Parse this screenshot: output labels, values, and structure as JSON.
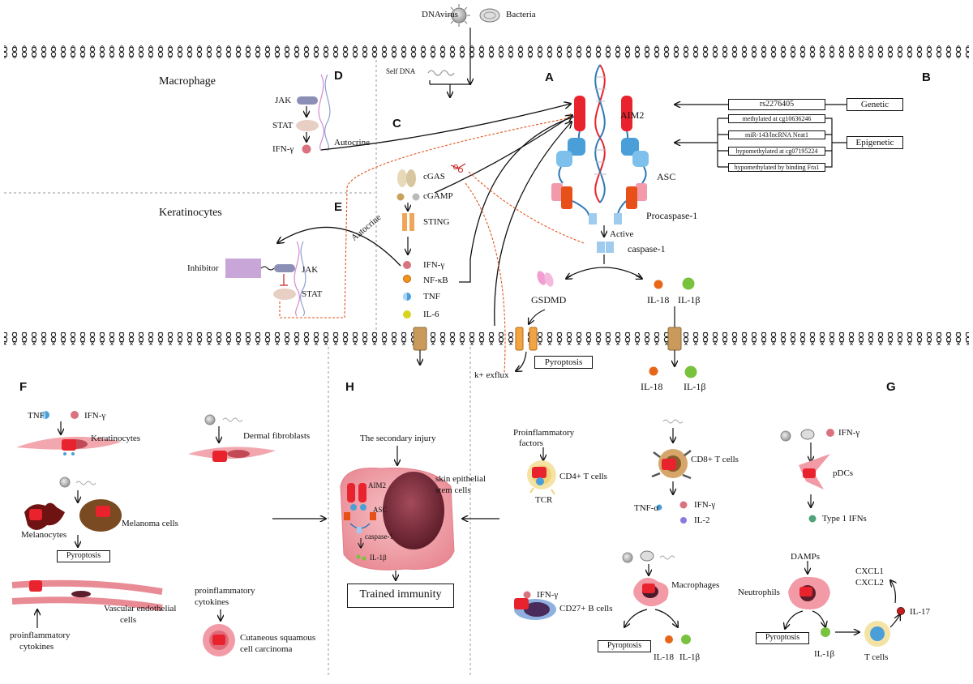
{
  "labels": {
    "dna_virus": "DNAvirus",
    "bacteria": "Bacteria",
    "self_dna": "Self DNA",
    "macrophage": "Macrophage",
    "keratinocytes_top": "Keratinocytes",
    "jak": "JAK",
    "stat": "STAT",
    "ifn_gamma": "IFN-γ",
    "autocrine": "Autocrine",
    "cgas": "cGAS",
    "cgamp": "cGAMP",
    "sting": "STING",
    "nfkb": "NF-κB",
    "tnf": "TNF",
    "il6": "IL-6",
    "inhibitor": "Inhibitor",
    "aim2": "AIM2",
    "asc": "ASC",
    "procaspase": "Procaspase-1",
    "active": "Active",
    "caspase": "caspase-1",
    "gsdmd": "GSDMD",
    "il18": "IL-18",
    "il1b": "IL-1β",
    "k_efflux": "k+ exflux",
    "pyroptosis": "Pyroptosis",
    "genetic": "Genetic",
    "epigenetic": "Epigenetic",
    "rs": "rs2276405",
    "meth1": "methylated at cg10636246",
    "mir": "miR-143/lncRNA Neat1",
    "hypo1": "hypomethylated at cg07195224",
    "hypo2": "hypomethylated by binding Fra1",
    "keratinocytes_f": "Keratinocytes",
    "dermal": "Dermal fibroblasts",
    "melanocytes": "Melanocytes",
    "melanoma": "Melanoma cells",
    "vascular": "Vascular endothelial",
    "cells": "cells",
    "proinfl_cyt": "proinflammatory",
    "cytokines": "cytokines",
    "csc1": "Cutaneous squamous",
    "csc2": "cell carcinoma",
    "secondary": "The secondary injury",
    "stem1": "skin epithelial",
    "stem2": "stem cells",
    "trained": "Trained immunity",
    "prof1": "Proinflammatory",
    "prof2": "factors",
    "cd4": "CD4+ T cells",
    "tcr": "TCR",
    "cd8": "CD8+ T cells",
    "tnfa": "TNF-α",
    "il2": "IL-2",
    "pdcs": "pDCs",
    "type1": "Type 1 IFNs",
    "cd27": "CD27+ B cells",
    "macrophages": "Macrophages",
    "damps": "DAMPs",
    "cxcl1": "CXCL1",
    "cxcl2": "CXCL2",
    "neutrophils": "Neutrophils",
    "il17": "IL-17",
    "tcells": "T cells",
    "aim2_small": "AIM2",
    "asc_small": "ASC",
    "caspase_small": "caspase-1",
    "il1b_small": "IL-1β"
  },
  "panels": {
    "A": "A",
    "B": "B",
    "C": "C",
    "D": "D",
    "E": "E",
    "F": "F",
    "G": "G",
    "H": "H"
  },
  "colors": {
    "aim2": "#e8232e",
    "asc_blue": "#4a9fd8",
    "asc_dark": "#2f78b8",
    "pink": "#f0a0b0",
    "orange": "#e8501a",
    "lightblue": "#9fcbee",
    "membrane": "#222222",
    "dashed": "#e0561e",
    "jak": "#8b8fb5",
    "stat": "#e8cfc4",
    "ifn": "#d9737f",
    "il1b": "#79c23d",
    "il18": "#e8661a",
    "il6": "#d7d41e",
    "gsdmd": "#f29ed0",
    "channel": "#c99a5c",
    "cell_pink": "#f4a7ae"
  }
}
